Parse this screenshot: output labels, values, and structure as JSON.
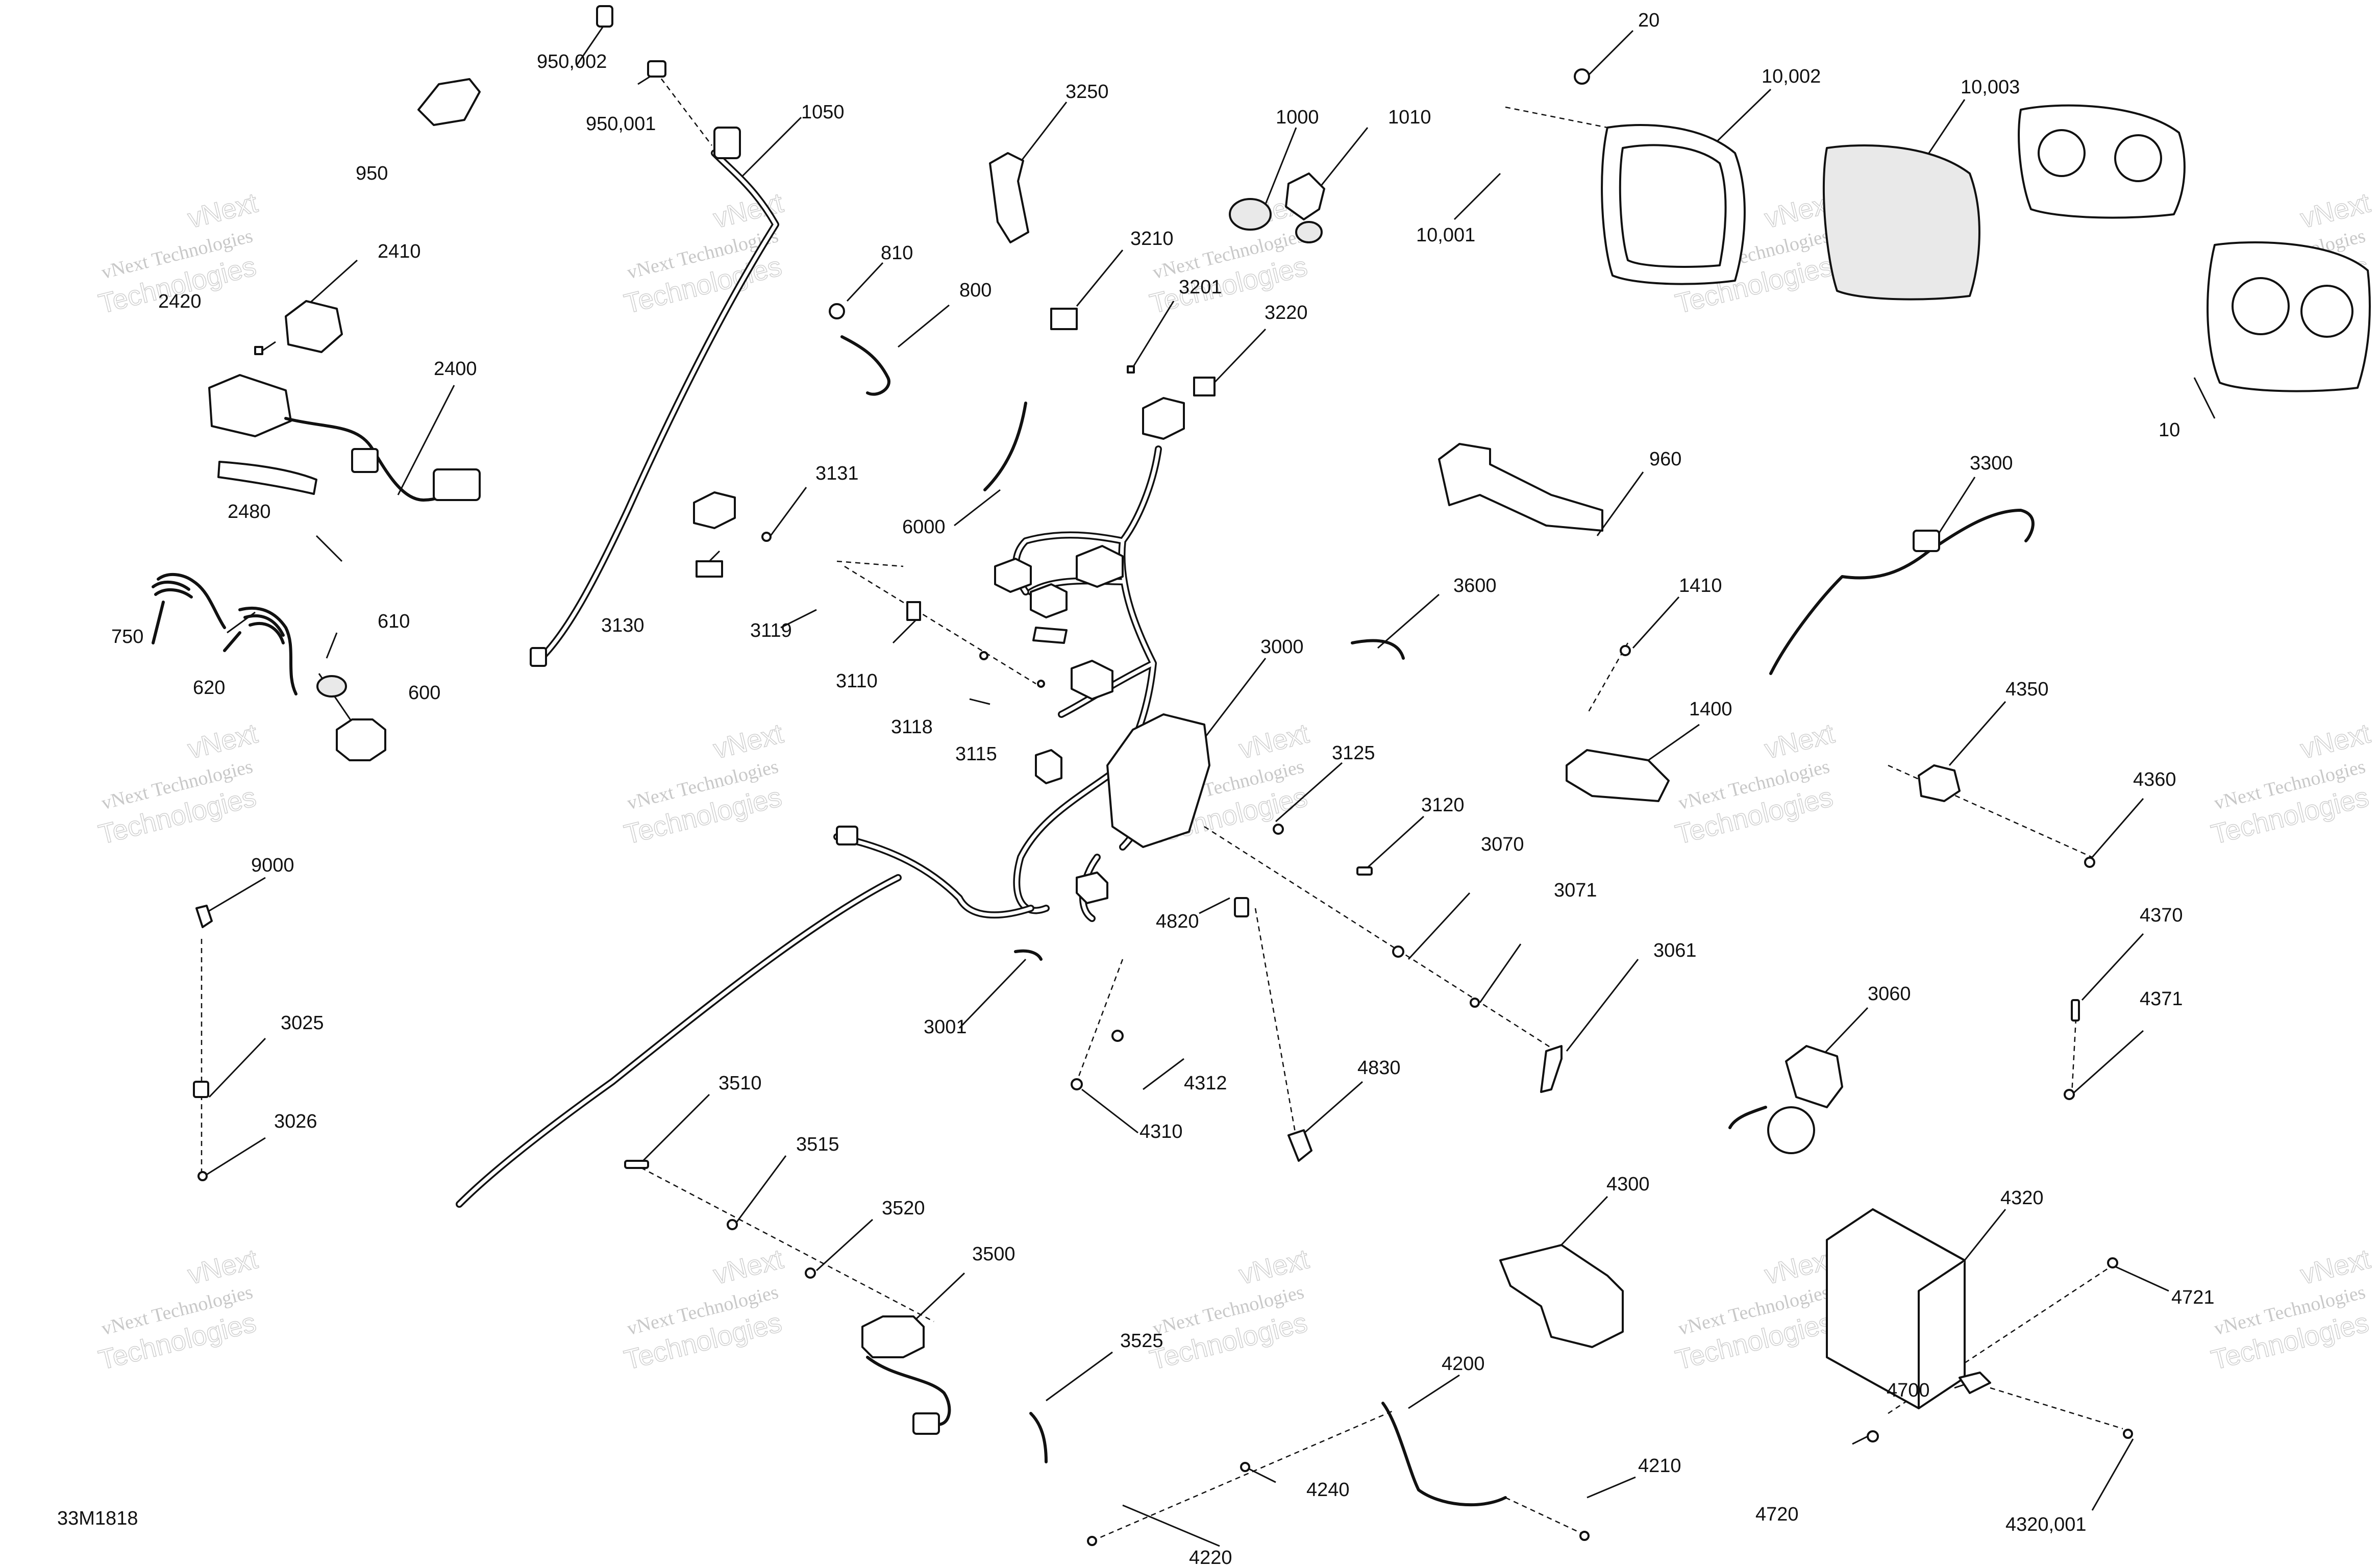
{
  "diagram_code": "33M1818",
  "watermark": {
    "company_line": "vNext Technologies",
    "brand_line": "vNext",
    "outline_line": "Technologies"
  },
  "callouts": [
    {
      "id": "c-950002",
      "text": "950,002"
    },
    {
      "id": "c-950001",
      "text": "950,001"
    },
    {
      "id": "c-950",
      "text": "950"
    },
    {
      "id": "c-1050",
      "text": "1050"
    },
    {
      "id": "c-2410",
      "text": "2410"
    },
    {
      "id": "c-2420",
      "text": "2420"
    },
    {
      "id": "c-2400",
      "text": "2400"
    },
    {
      "id": "c-2480",
      "text": "2480"
    },
    {
      "id": "c-750",
      "text": "750"
    },
    {
      "id": "c-620",
      "text": "620"
    },
    {
      "id": "c-610",
      "text": "610"
    },
    {
      "id": "c-600",
      "text": "600"
    },
    {
      "id": "c-9000",
      "text": "9000"
    },
    {
      "id": "c-3025",
      "text": "3025"
    },
    {
      "id": "c-3026",
      "text": "3026"
    },
    {
      "id": "c-3250",
      "text": "3250"
    },
    {
      "id": "c-810",
      "text": "810"
    },
    {
      "id": "c-800",
      "text": "800"
    },
    {
      "id": "c-1000",
      "text": "1000"
    },
    {
      "id": "c-1010",
      "text": "1010"
    },
    {
      "id": "c-3210",
      "text": "3210"
    },
    {
      "id": "c-3201",
      "text": "3201"
    },
    {
      "id": "c-3220",
      "text": "3220"
    },
    {
      "id": "c-6000",
      "text": "6000"
    },
    {
      "id": "c-3131",
      "text": "3131"
    },
    {
      "id": "c-3130",
      "text": "3130"
    },
    {
      "id": "c-3119",
      "text": "3119"
    },
    {
      "id": "c-3110",
      "text": "3110"
    },
    {
      "id": "c-3118",
      "text": "3118"
    },
    {
      "id": "c-3115",
      "text": "3115"
    },
    {
      "id": "c-3000",
      "text": "3000"
    },
    {
      "id": "c-3125",
      "text": "3125"
    },
    {
      "id": "c-3120",
      "text": "3120"
    },
    {
      "id": "c-3070",
      "text": "3070"
    },
    {
      "id": "c-3071",
      "text": "3071"
    },
    {
      "id": "c-3061",
      "text": "3061"
    },
    {
      "id": "c-4820",
      "text": "4820"
    },
    {
      "id": "c-3001",
      "text": "3001"
    },
    {
      "id": "c-4312",
      "text": "4312"
    },
    {
      "id": "c-4310",
      "text": "4310"
    },
    {
      "id": "c-4830",
      "text": "4830"
    },
    {
      "id": "c-3510",
      "text": "3510"
    },
    {
      "id": "c-3515",
      "text": "3515"
    },
    {
      "id": "c-3520",
      "text": "3520"
    },
    {
      "id": "c-3500",
      "text": "3500"
    },
    {
      "id": "c-3525",
      "text": "3525"
    },
    {
      "id": "c-20",
      "text": "20"
    },
    {
      "id": "c-10002",
      "text": "10,002"
    },
    {
      "id": "c-10003",
      "text": "10,003"
    },
    {
      "id": "c-10001",
      "text": "10,001"
    },
    {
      "id": "c-10",
      "text": "10"
    },
    {
      "id": "c-960",
      "text": "960"
    },
    {
      "id": "c-3600",
      "text": "3600"
    },
    {
      "id": "c-1410",
      "text": "1410"
    },
    {
      "id": "c-1400",
      "text": "1400"
    },
    {
      "id": "c-3300",
      "text": "3300"
    },
    {
      "id": "c-4350",
      "text": "4350"
    },
    {
      "id": "c-4360",
      "text": "4360"
    },
    {
      "id": "c-4370",
      "text": "4370"
    },
    {
      "id": "c-4371",
      "text": "4371"
    },
    {
      "id": "c-3060",
      "text": "3060"
    },
    {
      "id": "c-4300",
      "text": "4300"
    },
    {
      "id": "c-4320",
      "text": "4320"
    },
    {
      "id": "c-4721",
      "text": "4721"
    },
    {
      "id": "c-4700",
      "text": "4700"
    },
    {
      "id": "c-4720",
      "text": "4720"
    },
    {
      "id": "c-4320001",
      "text": "4320,001"
    },
    {
      "id": "c-4200",
      "text": "4200"
    },
    {
      "id": "c-4210",
      "text": "4210"
    },
    {
      "id": "c-4240",
      "text": "4240"
    },
    {
      "id": "c-4220",
      "text": "4220"
    }
  ]
}
